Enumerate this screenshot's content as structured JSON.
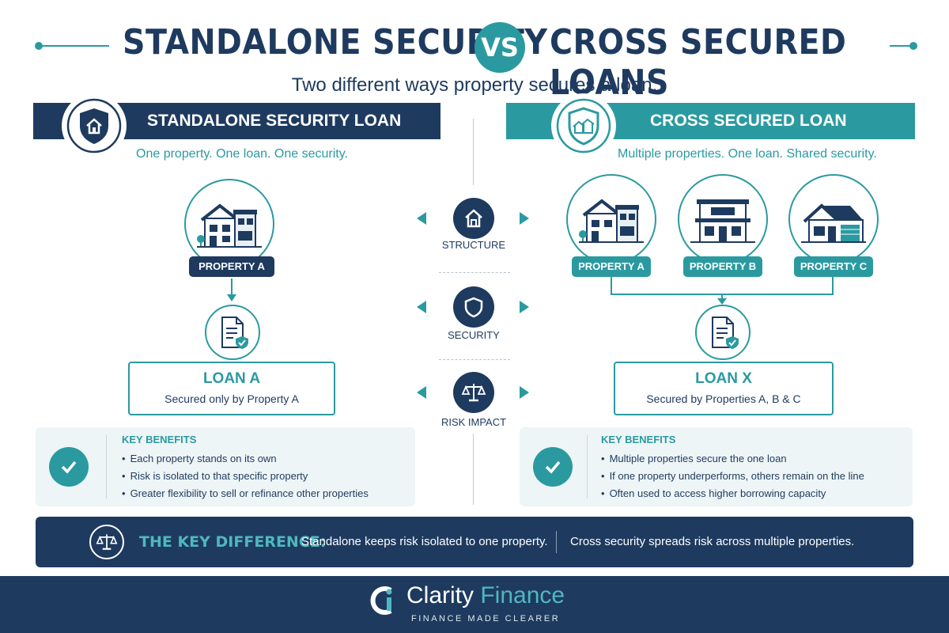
{
  "header": {
    "title_left": "STANDALONE SECURITY",
    "vs": "VS",
    "title_right": "CROSS SECURED LOANS",
    "subtitle": "Two different ways property secures a loan."
  },
  "colors": {
    "navy": "#1e3a5f",
    "teal": "#2a9aa0",
    "light_panel": "#eef5f6"
  },
  "left": {
    "heading": "STANDALONE SECURITY LOAN",
    "icon": "shield-house-icon",
    "tagline": "One property. One loan. One security.",
    "properties": [
      {
        "label": "PROPERTY A",
        "icon": "house-icon"
      }
    ],
    "loan": {
      "title": "LOAN A",
      "subtitle": "Secured only by Property A"
    },
    "benefits": {
      "title": "KEY BENEFITS",
      "items": [
        "Each property stands on its own",
        "Risk is isolated to that specific property",
        "Greater flexibility to sell or refinance other properties"
      ]
    }
  },
  "middle": {
    "items": [
      {
        "label": "STRUCTURE",
        "icon": "house-icon"
      },
      {
        "label": "SECURITY",
        "icon": "shield-icon"
      },
      {
        "label": "RISK IMPACT",
        "icon": "scales-icon"
      }
    ]
  },
  "right": {
    "heading": "CROSS SECURED LOAN",
    "icon": "shield-houses-icon",
    "tagline": "Multiple properties. One loan. Shared security.",
    "properties": [
      {
        "label": "PROPERTY A",
        "icon": "house-icon"
      },
      {
        "label": "PROPERTY B",
        "icon": "townhouse-icon"
      },
      {
        "label": "PROPERTY C",
        "icon": "bungalow-icon"
      }
    ],
    "loan": {
      "title": "LOAN X",
      "subtitle": "Secured by Properties A, B & C"
    },
    "benefits": {
      "title": "KEY BENEFITS",
      "items": [
        "Multiple properties secure the one loan",
        "If one property underperforms, others remain on the line",
        "Often used to access higher borrowing capacity"
      ]
    }
  },
  "key_difference": {
    "title": "THE KEY DIFFERENCE:",
    "left_text": "Standalone keeps risk isolated to one property.",
    "right_text": "Cross security spreads risk across multiple properties."
  },
  "footer": {
    "brand_first": "Clarity",
    "brand_second": "Finance",
    "tagline": "FINANCE MADE CLEARER"
  }
}
